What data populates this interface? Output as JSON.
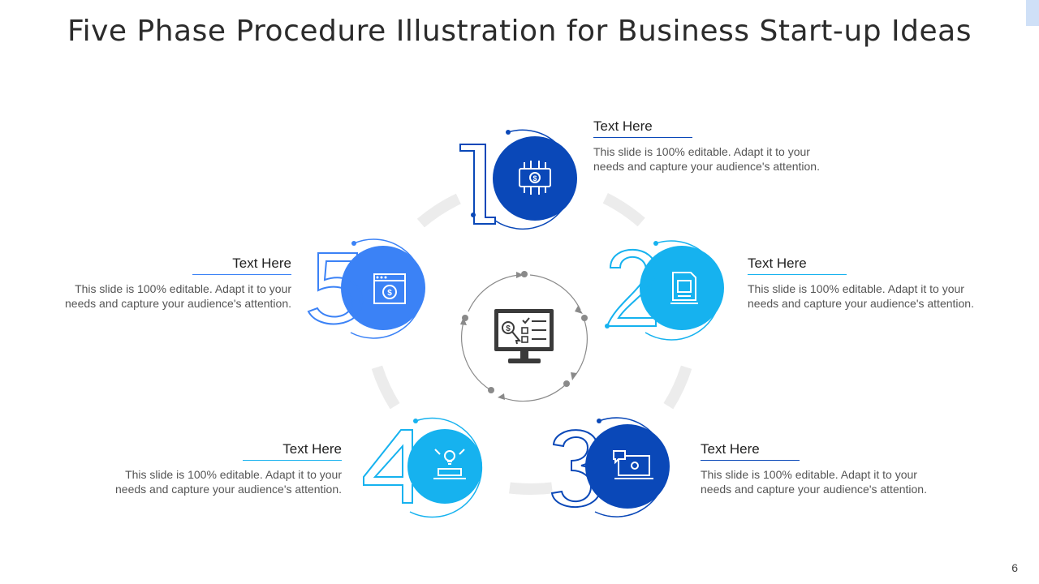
{
  "title": "Five Phase Procedure Illustration for Business Start-up Ideas",
  "page_number": "6",
  "center": {
    "icon": "monitor-checklist-icon"
  },
  "phases": [
    {
      "number": "1",
      "heading": "Text Here",
      "description": "This slide is 100% editable. Adapt it to your needs and capture your audience's attention.",
      "color": "#0a48b8",
      "icon": "circuit-money-icon"
    },
    {
      "number": "2",
      "heading": "Text Here",
      "description": "This slide is 100% editable. Adapt it to your needs and capture your audience's attention.",
      "color": "#16b2ef",
      "icon": "document-report-icon"
    },
    {
      "number": "3",
      "heading": "Text Here",
      "description": "This slide is 100% editable. Adapt it to your needs and capture your audience's attention.",
      "color": "#0a48b8",
      "icon": "laptop-settings-chat-icon"
    },
    {
      "number": "4",
      "heading": "Text Here",
      "description": "This slide is 100% editable. Adapt it to your needs and capture your audience's attention.",
      "color": "#16b2ef",
      "icon": "idea-desk-icon"
    },
    {
      "number": "5",
      "heading": "Text Here",
      "description": "This slide is 100% editable. Adapt it to your needs and capture your audience's attention.",
      "color": "#3b82f6",
      "icon": "browser-money-icon"
    }
  ],
  "colors": {
    "dark_blue": "#0a48b8",
    "light_blue": "#16b2ef",
    "mid_blue": "#3b82f6",
    "ring_gray": "#ececec",
    "icon_dark": "#3a3a3a"
  }
}
